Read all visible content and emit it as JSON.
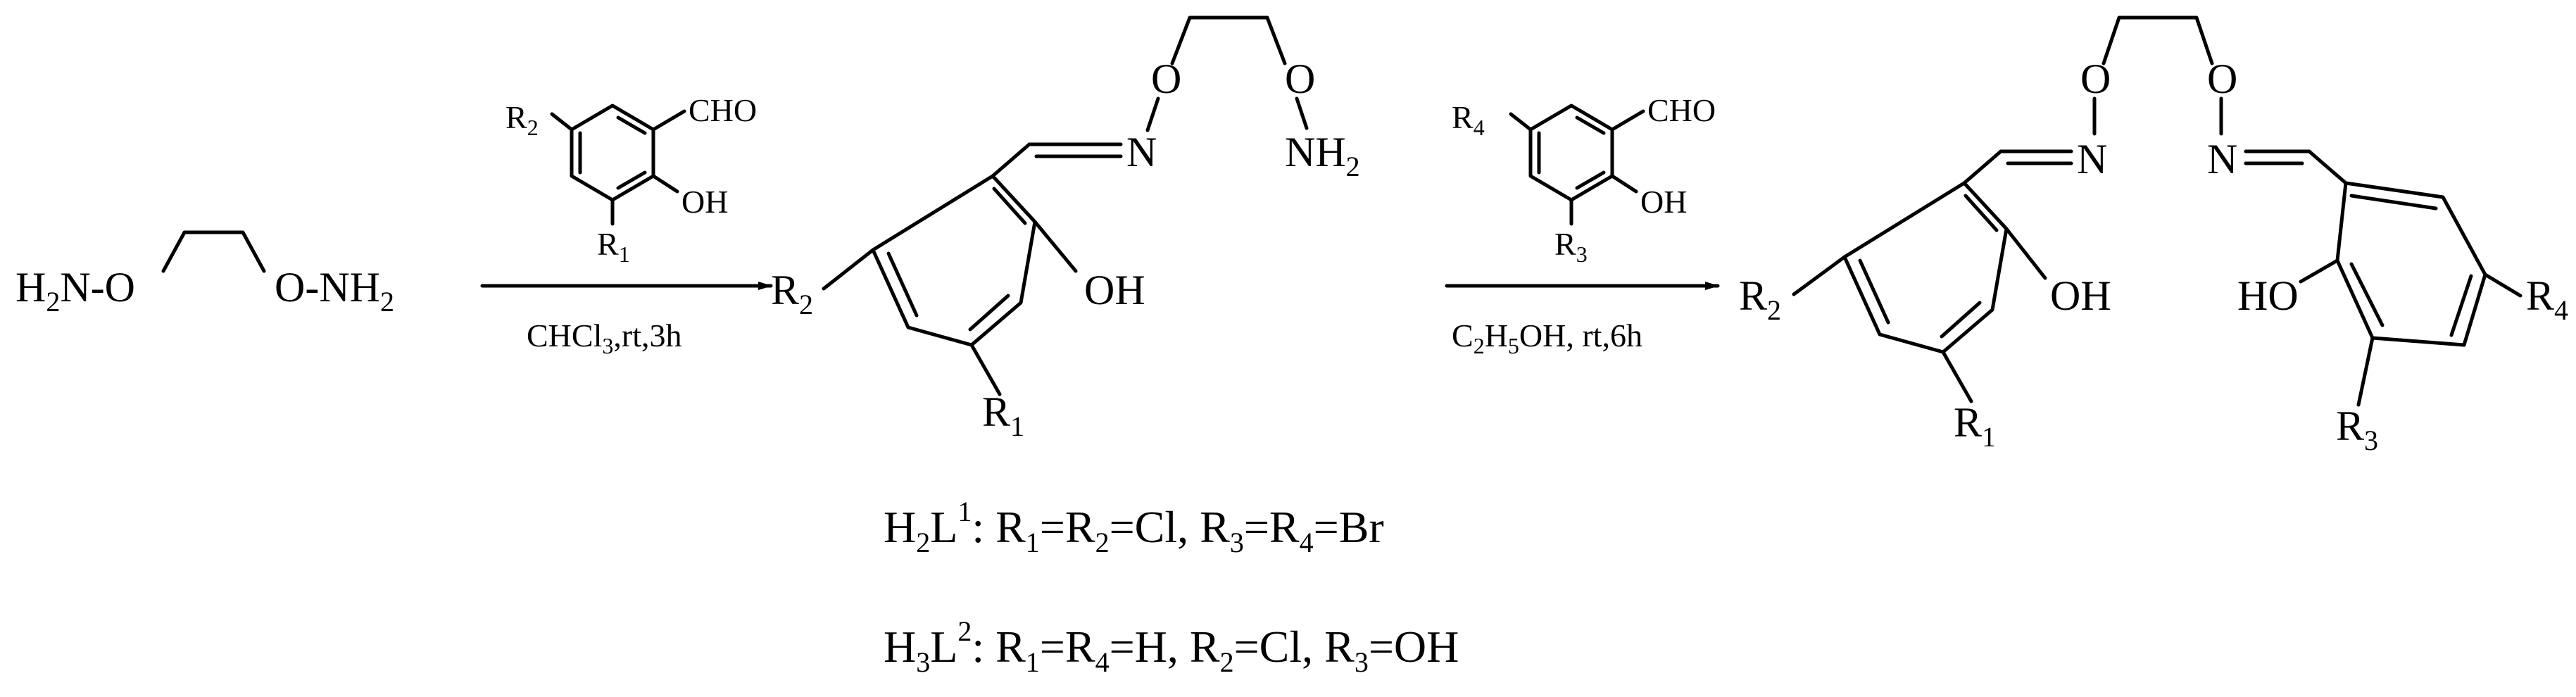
{
  "starting_material": {
    "left": {
      "atoms": [
        "H",
        "2",
        "N",
        "-",
        "O"
      ]
    },
    "right": {
      "atoms": [
        "O",
        "-",
        "N",
        "H",
        "2"
      ]
    }
  },
  "reagent_1": {
    "R2": [
      "R",
      "2"
    ],
    "R1": [
      "R",
      "1"
    ],
    "cho": "CHO",
    "oh": "OH"
  },
  "conditions_1": {
    "parts": [
      "CHCl",
      "3",
      ",rt,3h"
    ]
  },
  "intermediate": {
    "o": "O",
    "n": "N",
    "o2": "O",
    "nh2": [
      "NH",
      "2"
    ],
    "oh": "OH",
    "R2": [
      "R",
      "2"
    ],
    "R1": [
      "R",
      "1"
    ]
  },
  "reagent_2": {
    "R4": [
      "R",
      "4"
    ],
    "R3": [
      "R",
      "3"
    ],
    "cho": "CHO",
    "oh": "OH"
  },
  "conditions_2": {
    "parts": [
      "C",
      "2",
      "H",
      "5",
      "OH, rt,6h"
    ]
  },
  "product": {
    "o_left": "O",
    "n_left": "N",
    "o_right": "O",
    "n_right": "N",
    "oh_left": "OH",
    "ho_right": "HO",
    "R2": [
      "R",
      "2"
    ],
    "R1": [
      "R",
      "1"
    ],
    "R4": [
      "R",
      "4"
    ],
    "R3": [
      "R",
      "3"
    ]
  },
  "definitions": [
    {
      "parts": [
        "H",
        "2",
        "L",
        "1",
        ":  R",
        "1",
        "=R",
        "2",
        "=Cl, R",
        "3",
        "=R",
        "4",
        "=Br"
      ]
    },
    {
      "parts": [
        "H",
        "3",
        "L",
        "2",
        ":  R",
        "1",
        "=R",
        "4",
        "=H, R",
        "2",
        "=Cl, R",
        "3",
        "=OH"
      ]
    }
  ]
}
